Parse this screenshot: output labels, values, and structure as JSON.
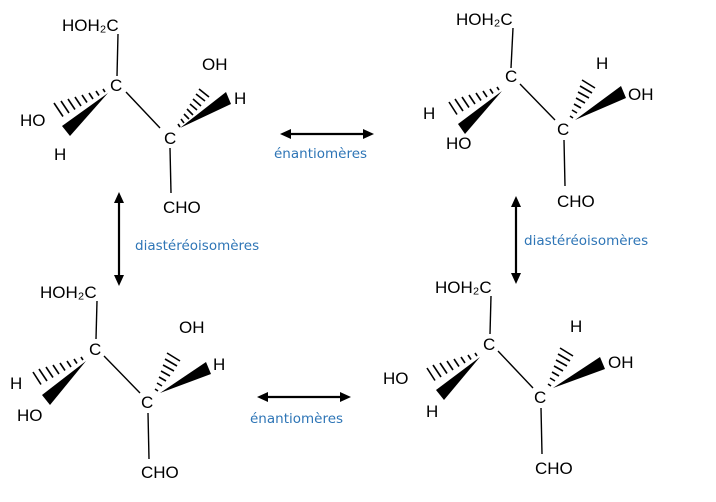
{
  "colors": {
    "relation_label": "#2E75B6",
    "structure": "#000000"
  },
  "labels": {
    "top_relation": "énantiomères",
    "bottom_relation": "énantiomères",
    "left_relation": "diastéréoisomères",
    "right_relation": "diastéréoisomères"
  },
  "molecules": [
    {
      "ch2oh": "HOH₂C",
      "c_upper": "C",
      "c_lower": "C",
      "cho": "CHO",
      "upper_hashed": "HO",
      "upper_wedge": "H",
      "lower_hashed": "OH",
      "lower_wedge": "H"
    },
    {
      "ch2oh": "HOH₂C",
      "c_upper": "C",
      "c_lower": "C",
      "cho": "CHO",
      "upper_hashed": "H",
      "upper_wedge": "HO",
      "lower_hashed": "H",
      "lower_wedge": "OH"
    },
    {
      "ch2oh": "HOH₂C",
      "c_upper": "C",
      "c_lower": "C",
      "cho": "CHO",
      "upper_hashed": "H",
      "upper_wedge": "HO",
      "lower_hashed": "OH",
      "lower_wedge": "H"
    },
    {
      "ch2oh": "HOH₂C",
      "c_upper": "C",
      "c_lower": "C",
      "cho": "CHO",
      "upper_hashed": "HO",
      "upper_wedge": "H",
      "lower_hashed": "H",
      "lower_wedge": "OH"
    }
  ]
}
